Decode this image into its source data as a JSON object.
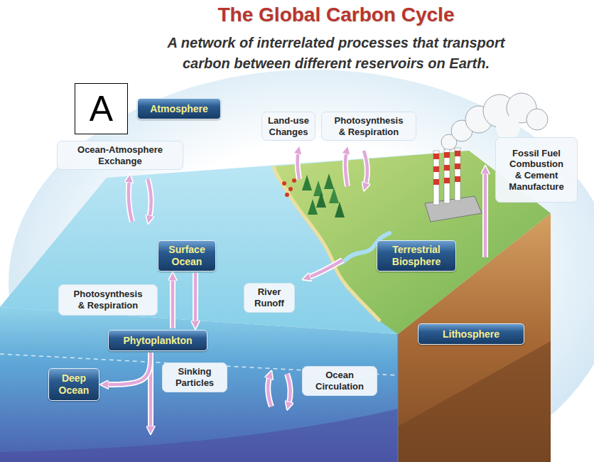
{
  "diagram": {
    "title": "The Global Carbon Cycle",
    "nodes": [
      {
        "text": [
          "A"
        ]
      },
      {
        "text": [
          "Atmosphere"
        ]
      },
      {
        "text": [
          "Land-use Changes"
        ]
      },
      {
        "text": [
          "Photosynthesis & Respiration"
        ]
      },
      {
        "text": [
          "Ocean-Atmosphere Exchange"
        ]
      },
      {
        "text": [
          "Fossil Fuel Combustion & Cement Manufacture"
        ]
      },
      {
        "text": [
          "Surface Ocean"
        ]
      },
      {
        "text": [
          "Terrestrial Biosphere"
        ]
      },
      {
        "text": [
          "Photosynthesis & Respiration"
        ]
      },
      {
        "text": [
          "River Runoff"
        ]
      },
      {
        "text": [
          "Lithosphere"
        ]
      },
      {
        "text": [
          "Phytoplankton"
        ]
      },
      {
        "text": [
          "Sinking Particles"
        ]
      },
      {
        "text": [
          "Ocean Circulation"
        ]
      },
      {
        "text": [
          "Deep Ocean"
        ]
      }
    ],
    "edges": [
      {
        "from": 11,
        "to": 6,
        "arrow": "to"
      },
      {
        "from": 6,
        "to": 11,
        "arrow": "to"
      },
      {
        "from": 11,
        "to": 14,
        "arrow": "to"
      }
    ],
    "labels": [
      "A network of interrelated processes that transport carbon between different reservoirs on Earth."
    ]
  }
}
